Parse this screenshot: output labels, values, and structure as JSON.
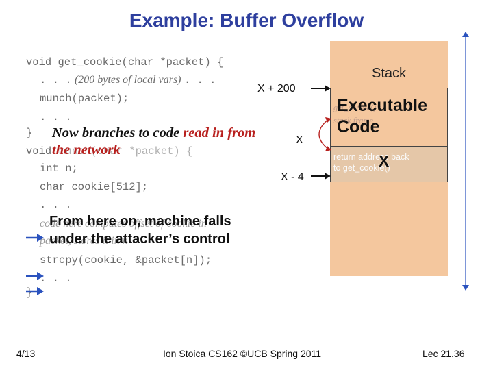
{
  "slide": {
    "title": "Example: Buffer Overflow"
  },
  "code": {
    "line1": "void get_cookie(char *packet) {",
    "line2_dots": ". . .",
    "line2_italic": "(200 bytes of local vars)",
    "line2_dots2": ". . .",
    "line3": "munch(packet);",
    "line4": ". . .",
    "line5": "}",
    "line6_prefix": "void",
    "line6_ghost": "munch(char *packet) {",
    "line7": "int n;",
    "line8": "char cookie[512];",
    "line9": ". . .",
    "line10_ghost": "code here computes offset of cookie in",
    "line11_ghost": "packet, stores it in n",
    "line12": "strcpy(cookie, &packet[n]);",
    "line13": ". . .",
    "line14": "}"
  },
  "annotations": {
    "x_plus_200": "X + 200",
    "x": "X",
    "x_minus_4": "X - 4",
    "branch_prefix": "Now branches to code ",
    "branch_red": "read in from",
    "branch_line2": "the network",
    "control_line1": "From here on, machine falls",
    "control_line2": "under the attacker’s control"
  },
  "stack": {
    "label": "Stack",
    "ghost_line1": "get_cookie()’s",
    "ghost_line2": "stack frame",
    "exec_line1": "Executable",
    "exec_line2": "Code",
    "ret_line1": "return address back",
    "ret_line2": "to get_cookie()",
    "big_x": "X"
  },
  "footer": {
    "date": "4/13",
    "credit": "Ion Stoica CS162 ©UCB Spring 2011",
    "lecture": "Lec 21.36"
  },
  "colors": {
    "title": "#2e3f9e",
    "stack_fill": "#f4c79e",
    "return_fill": "#e5c7a8",
    "accent_red": "#b8201e",
    "arrow_blue": "#2a52be"
  }
}
